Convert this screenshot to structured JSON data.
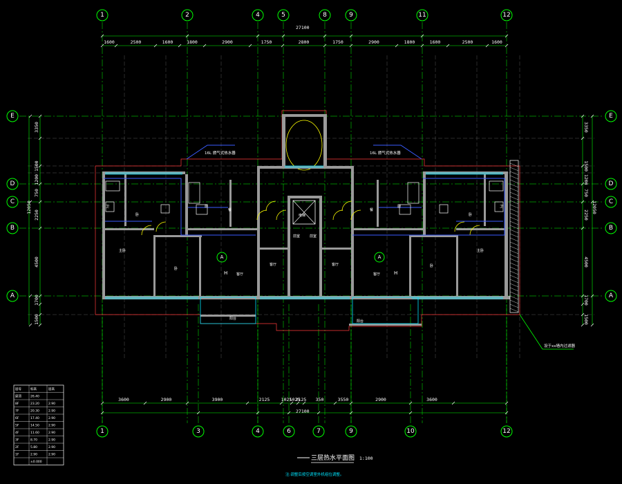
{
  "drawing": {
    "title": "三层热水平面图",
    "scale": "1:100",
    "footnote": "注:调整后按空调室外机组位调整。",
    "total_dimension_top": "27100",
    "total_dimension_bottom": "27100",
    "riser_label_left": "16L 燃气式热水器",
    "riser_label_right": "16L 燃气式热水器",
    "callout_right": "设于xx墙内过滤器",
    "callout_center_left": "A",
    "callout_center_right": "A",
    "callout_h_left": "H",
    "callout_h_right": "H"
  },
  "axes_top": [
    "1",
    "2",
    "4",
    "5",
    "8",
    "9",
    "11",
    "12"
  ],
  "axes_bottom": [
    "1",
    "3",
    "4",
    "6",
    "7",
    "9",
    "10",
    "12"
  ],
  "axes_side": [
    "E",
    "D",
    "C",
    "B",
    "A"
  ],
  "dims_top": [
    "1600",
    "2500",
    "1600",
    "1800",
    "2900",
    "1750",
    "2800",
    "1750",
    "2900",
    "1800",
    "1600",
    "2500",
    "1600"
  ],
  "dims_bottom": [
    "3600",
    "2900",
    "3900",
    "2125",
    "1025",
    "1025",
    "2125",
    "350",
    "3550",
    "2900",
    "3600"
  ],
  "dims_left": [
    "3350",
    "1200 1500",
    "750",
    "2250",
    "12050",
    "4500",
    "1700",
    "1500"
  ],
  "dims_right": [
    "3350",
    "1500 1200",
    "750",
    "2250",
    "12050",
    "4500",
    "1700",
    "1500"
  ],
  "rooms": [
    "卧",
    "卧",
    "主卧",
    "厨",
    "客厅",
    "餐",
    "卧",
    "卧",
    "主卧",
    "厨",
    "客厅",
    "餐",
    "卫",
    "卫",
    "电梯",
    "前室",
    "前室",
    "阳台",
    "阳台",
    "客厅",
    "客厅"
  ],
  "legend_table": {
    "header": [
      "层号",
      "标高",
      "层高"
    ],
    "rows": [
      [
        "屋顶",
        "26.40",
        ""
      ],
      [
        "8F",
        "23.20",
        "2.90"
      ],
      [
        "7F",
        "20.30",
        "2.90"
      ],
      [
        "6F",
        "17.40",
        "2.90"
      ],
      [
        "5F",
        "14.50",
        "2.90"
      ],
      [
        "4F",
        "11.60",
        "2.90"
      ],
      [
        "3F",
        "8.70",
        "2.90"
      ],
      [
        "2F",
        "5.80",
        "2.90"
      ],
      [
        "1F",
        "2.90",
        "2.90"
      ],
      [
        "",
        "±0.000",
        ""
      ]
    ]
  },
  "colors": {
    "axis": "#00ff00",
    "wall": "#9a9a9a",
    "pipe": "#3a5cff",
    "dim_text": "#ffffff",
    "window": "#00e5ff",
    "door": "#ffff00",
    "outline": "#ff3b3b"
  }
}
